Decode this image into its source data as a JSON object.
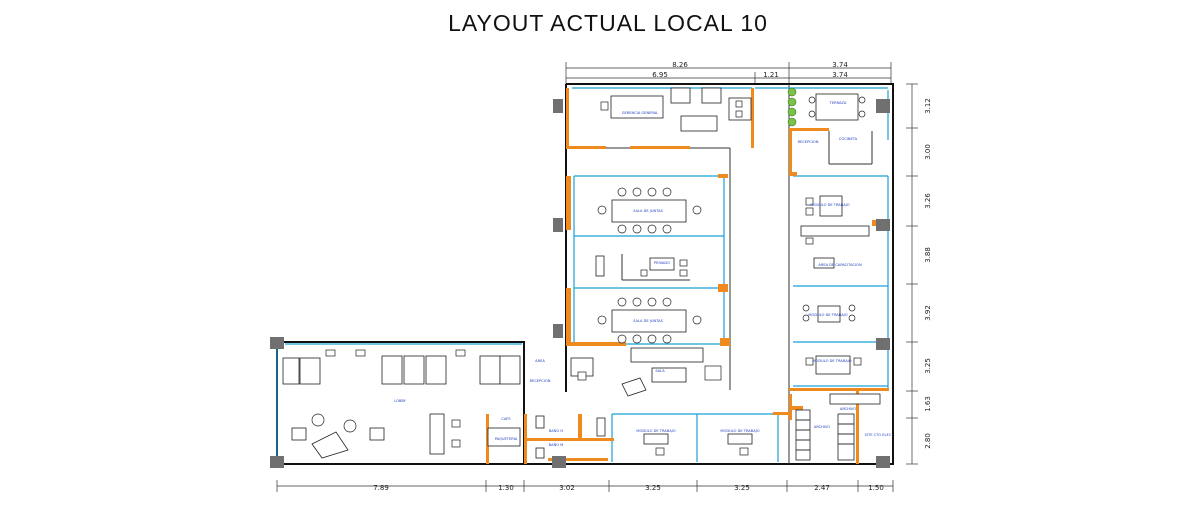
{
  "title": "LAYOUT ACTUAL LOCAL 10",
  "dimensions": {
    "top_total_left": "8.26",
    "top_total_right": "3.74",
    "top_sub_1": "6.95",
    "top_sub_2": "1.21",
    "top_sub_3": "3.74",
    "bottom": [
      "7.89",
      "1.30",
      "3.02",
      "3.25",
      "3.25",
      "2.47",
      "1.50"
    ],
    "right": [
      "3.12",
      "3.00",
      "3.26",
      "3.88",
      "3.92",
      "3.25",
      "1.63",
      "2.80"
    ]
  },
  "rooms": {
    "gerencia": "GERENCIA GENERAL",
    "terraza": "TERRAZA",
    "recepcion": "RECEPCION",
    "cocineta": "COCINETA",
    "sala_juntas_1": "SALA DE JUNTAS",
    "sala_juntas_2": "SALA DE JUNTAS",
    "privado": "PRIVADO",
    "modulo_1": "MODULO DE TRABAJO",
    "area_central": "AREA DE CAPACITACION",
    "modulo_2": "MODULO DE TRABAJO",
    "modulo_3": "MODULO DE TRABAJO",
    "lobby": "LOBBY",
    "sala": "SALA",
    "area_1": "AREA",
    "recepcion_2": "RECEPCION",
    "cafe": "CAFE",
    "paqueteria": "PAQUETERIA",
    "bano_h": "BAÑO H",
    "bano_m": "BAÑO M",
    "modulo_4": "MODULO DE TRABAJO",
    "modulo_5": "MODULO DE TRABAJO",
    "archivo_1": "ARCHIVO",
    "archivo_2": "ARCHIVO",
    "site": "SITE CTO ELEC"
  }
}
